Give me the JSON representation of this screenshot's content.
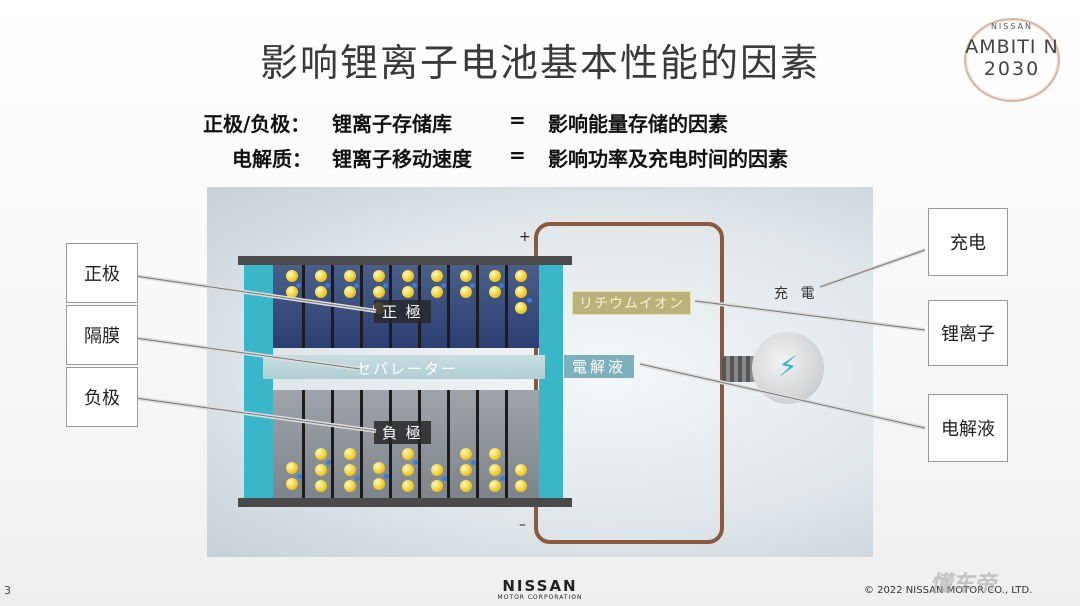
{
  "title": "影响锂离子电池基本性能的因素",
  "logo": {
    "brand": "NISSAN",
    "line1": "AMBITI  N",
    "line2": "2030"
  },
  "equations": [
    {
      "left": "正极/负极：",
      "middle": "锂离子存储库",
      "eq": "=",
      "right": "影响能量存储的因素"
    },
    {
      "left": "电解质：",
      "middle": "锂离子移动速度",
      "eq": "=",
      "right": "影响功率及充电时间的因素"
    }
  ],
  "diagram": {
    "jp_positive": "正 極",
    "jp_separator": "セパレーター",
    "jp_negative": "負 極",
    "jp_lithium_ion": "リチウムイオン",
    "jp_electrolyte": "電解液",
    "jp_charge": "充 電",
    "plus": "+",
    "minus": "–"
  },
  "callouts": {
    "positive": "正极",
    "separator": "隔膜",
    "negative": "负极",
    "charge": "充电",
    "lithium_ion": "锂离子",
    "electrolyte": "电解液"
  },
  "footer": {
    "page_number": "3",
    "brand": "NISSAN",
    "brand_sub": "MOTOR CORPORATION",
    "copyright": "© 2022 NISSAN MOTOR CO., LTD.",
    "watermark": "懂车帝"
  },
  "colors": {
    "accent_cyan": "#39b7c8",
    "circuit_copper": "#8b5a3c",
    "electrode_blue": "#2b3f72"
  }
}
